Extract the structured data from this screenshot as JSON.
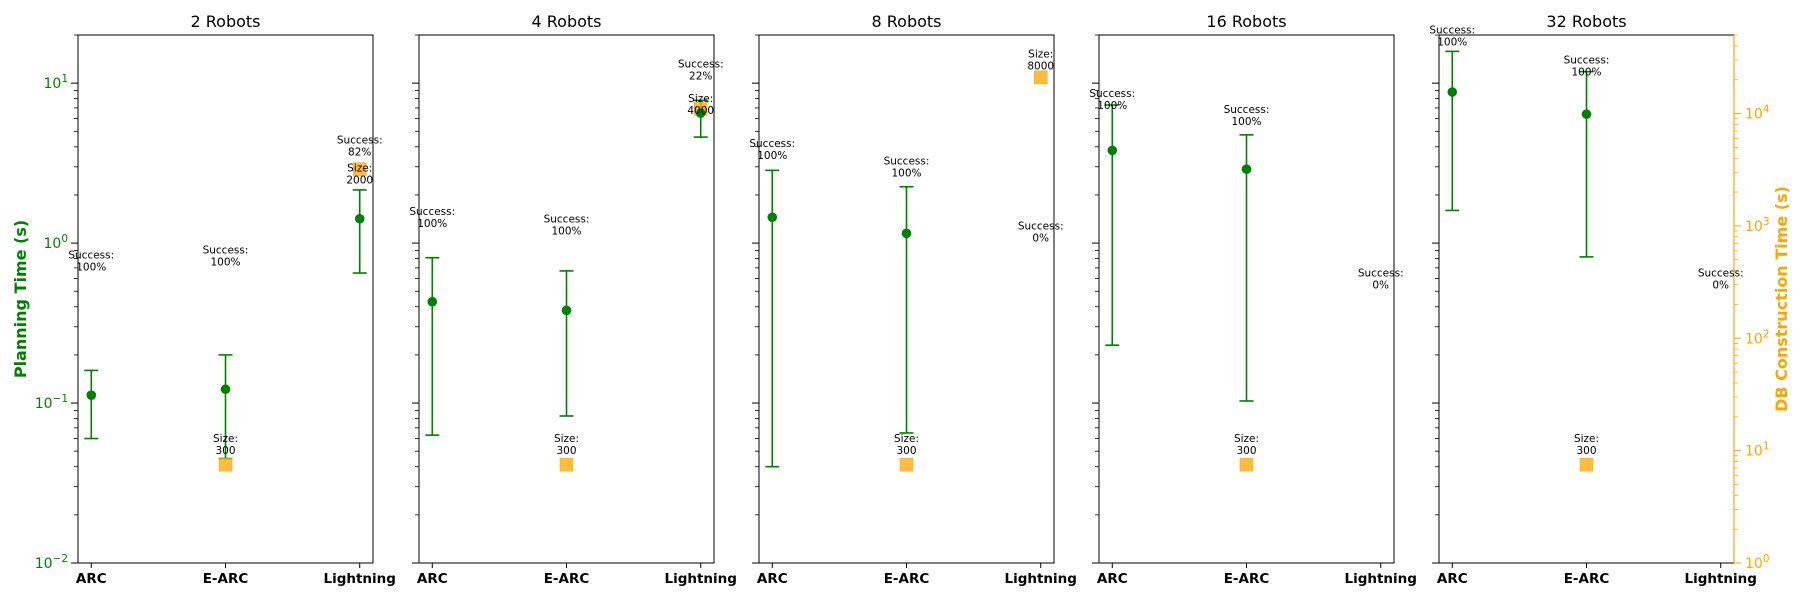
{
  "chart_data": {
    "type": "scatter",
    "ylabel_left": "Planning Time (s)",
    "ylabel_right": "DB Construction Time (s)",
    "ylim_left": [
      0.01,
      20
    ],
    "ylim_right": [
      1,
      50000
    ],
    "y_scale": "log",
    "grid": false,
    "categories": [
      "ARC",
      "E-ARC",
      "Lightning"
    ],
    "colors": {
      "planning": "#008000",
      "db": "#FFA500"
    },
    "left_ticks": [
      {
        "value": 0.01,
        "base": "10",
        "exp": "−2"
      },
      {
        "value": 0.1,
        "base": "10",
        "exp": "−1"
      },
      {
        "value": 1,
        "base": "10",
        "exp": "0"
      },
      {
        "value": 10,
        "base": "10",
        "exp": "1"
      }
    ],
    "right_ticks": [
      {
        "value": 1,
        "base": "10",
        "exp": "0"
      },
      {
        "value": 10,
        "base": "10",
        "exp": "1"
      },
      {
        "value": 100,
        "base": "10",
        "exp": "2"
      },
      {
        "value": 1000,
        "base": "10",
        "exp": "3"
      },
      {
        "value": 10000,
        "base": "10",
        "exp": "4"
      }
    ],
    "panels": [
      {
        "title": "2 Robots",
        "points": [
          {
            "method": "ARC",
            "planning": 0.112,
            "err_low": 0.06,
            "err_high": 0.16,
            "success_label": "Success:",
            "success_value": "100%",
            "success_y": 0.8
          },
          {
            "method": "E-ARC",
            "planning": 0.122,
            "err_low": 0.045,
            "err_high": 0.2,
            "success_label": "Success:",
            "success_value": "100%",
            "success_y": 0.86,
            "db": 7.5,
            "size_label": "Size:",
            "size_value": "300",
            "size_y": 0.057
          },
          {
            "method": "Lightning",
            "planning": 1.42,
            "err_low": 0.65,
            "err_high": 2.15,
            "success_label": "Success:",
            "success_value": "82%",
            "success_y": 4.2,
            "db": 3200,
            "size_label": "Size:",
            "size_value": "2000",
            "size_y": 2.8
          }
        ]
      },
      {
        "title": "4 Robots",
        "points": [
          {
            "method": "ARC",
            "planning": 0.43,
            "err_low": 0.063,
            "err_high": 0.81,
            "success_label": "Success:",
            "success_value": "100%",
            "success_y": 1.5
          },
          {
            "method": "E-ARC",
            "planning": 0.38,
            "err_low": 0.083,
            "err_high": 0.67,
            "success_label": "Success:",
            "success_value": "100%",
            "success_y": 1.35,
            "db": 7.5,
            "size_label": "Size:",
            "size_value": "300",
            "size_y": 0.057
          },
          {
            "method": "Lightning",
            "planning": 6.5,
            "err_low": 4.6,
            "err_high": 7.8,
            "success_label": "Success:",
            "success_value": "22%",
            "success_y": 12.5,
            "db": 11000,
            "size_label": "Size:",
            "size_value": "4000",
            "size_y": 7.6
          }
        ]
      },
      {
        "title": "8 Robots",
        "points": [
          {
            "method": "ARC",
            "planning": 1.45,
            "err_low": 0.04,
            "err_high": 2.85,
            "success_label": "Success:",
            "success_value": "100%",
            "success_y": 4.0
          },
          {
            "method": "E-ARC",
            "planning": 1.15,
            "err_low": 0.065,
            "err_high": 2.25,
            "success_label": "Success:",
            "success_value": "100%",
            "success_y": 3.1,
            "db": 7.5,
            "size_label": "Size:",
            "size_value": "300",
            "size_y": 0.057
          },
          {
            "method": "Lightning",
            "success_label": "Success:",
            "success_value": "0%",
            "success_y": 1.22,
            "db": 21000,
            "size_label": "Size:",
            "size_value": "8000",
            "size_y": 14.5
          }
        ]
      },
      {
        "title": "16 Robots",
        "points": [
          {
            "method": "ARC",
            "planning": 3.8,
            "err_low": 0.23,
            "err_high": 7.3,
            "success_label": "Success:",
            "success_value": "100%",
            "success_y": 8.2
          },
          {
            "method": "E-ARC",
            "planning": 2.9,
            "err_low": 0.103,
            "err_high": 4.75,
            "success_label": "Success:",
            "success_value": "100%",
            "success_y": 6.5,
            "db": 7.5,
            "size_label": "Size:",
            "size_value": "300",
            "size_y": 0.057
          },
          {
            "method": "Lightning",
            "success_label": "Success:",
            "success_value": "0%",
            "success_y": 0.62
          }
        ]
      },
      {
        "title": "32 Robots",
        "points": [
          {
            "method": "ARC",
            "planning": 8.8,
            "err_low": 1.6,
            "err_high": 15.8,
            "success_label": "Success:",
            "success_value": "100%",
            "success_y": 20.5
          },
          {
            "method": "E-ARC",
            "planning": 6.4,
            "err_low": 0.82,
            "err_high": 11.8,
            "success_label": "Success:",
            "success_value": "100%",
            "success_y": 13.3,
            "db": 7.5,
            "size_label": "Size:",
            "size_value": "300",
            "size_y": 0.057
          },
          {
            "method": "Lightning",
            "success_label": "Success:",
            "success_value": "0%",
            "success_y": 0.62
          }
        ]
      }
    ]
  }
}
